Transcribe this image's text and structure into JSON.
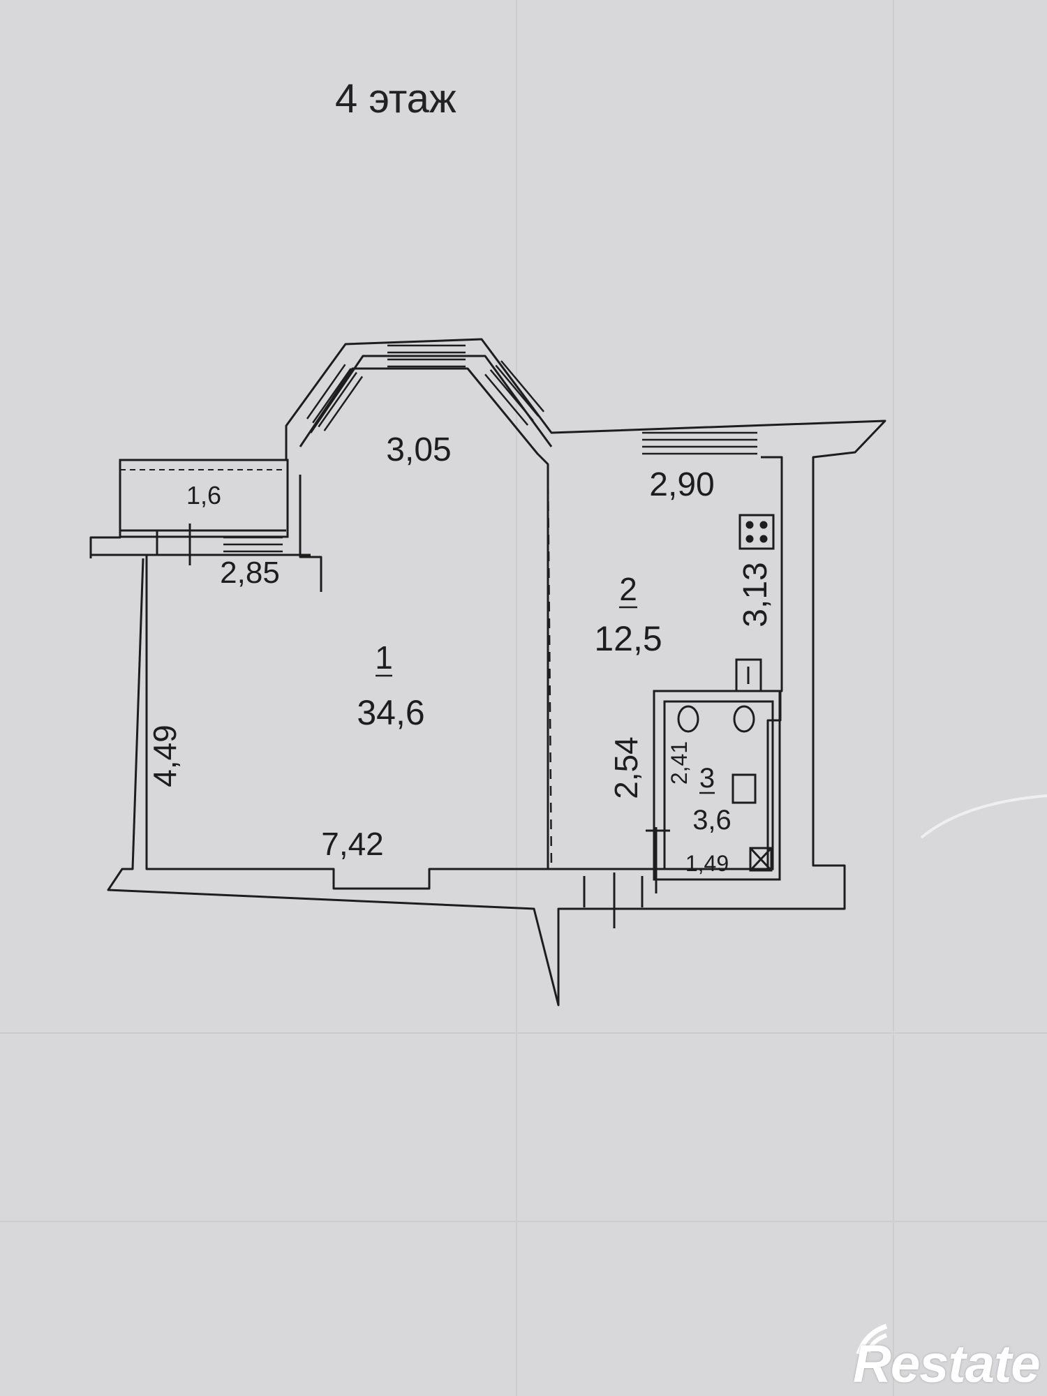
{
  "floor_label": "4 этаж",
  "rooms": [
    {
      "number": "1",
      "area": "34,6"
    },
    {
      "number": "2",
      "area": "12,5"
    },
    {
      "number": "3",
      "area": "3,6"
    }
  ],
  "dimensions": {
    "bay_width": "3,05",
    "kitchen_top": "2,90",
    "balcony_depth": "1,6",
    "balcony_width": "2,85",
    "kitchen_height": "3,13",
    "room_height": "4,49",
    "room_width": "7,42",
    "corridor_height": "2,54",
    "bath_height": "2,41",
    "bath_width": "1,49"
  },
  "watermark": "Restate",
  "colors": {
    "paper": "#d9d9db",
    "ink": "#1d1d1d",
    "walls": "#e4e4e6"
  }
}
